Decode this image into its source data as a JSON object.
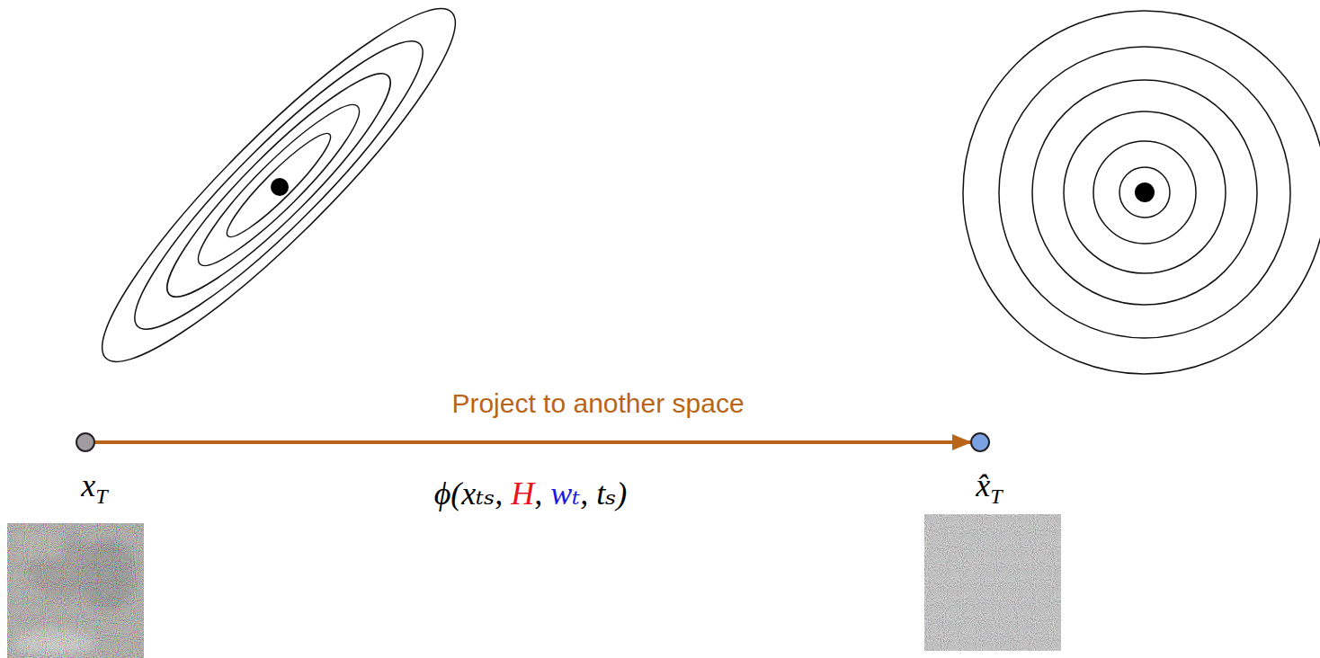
{
  "diagram": {
    "nodes": [
      {
        "text": [
          "xT"
        ]
      },
      {
        "text": [
          "x̂T"
        ]
      }
    ],
    "edges": [
      {
        "from": 0,
        "to": 1,
        "arrow": "to",
        "label": "Project to another space"
      }
    ],
    "labels": [
      "ϕ(xₜₛ, H, wₜ, tₛ)"
    ]
  }
}
